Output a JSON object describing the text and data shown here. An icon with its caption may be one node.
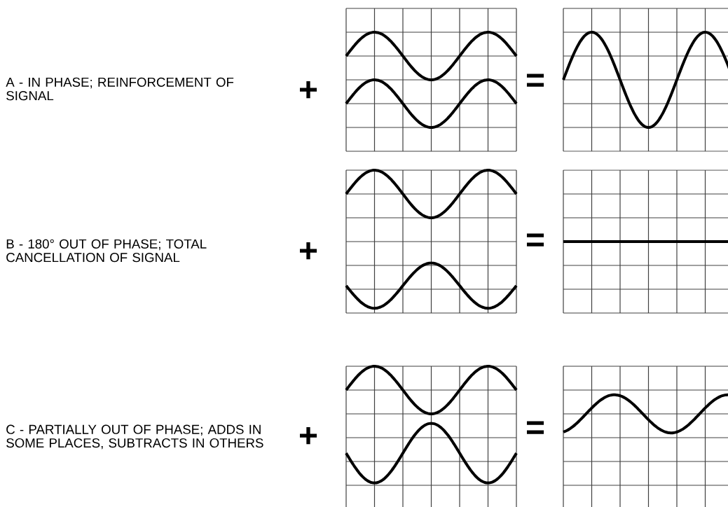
{
  "diagram": {
    "labels": [
      "A - IN PHASE; REINFORCEMENT OF SIGNAL",
      "+",
      "=",
      "B - 180° OUT OF PHASE; TOTAL CANCELLATION OF SIGNAL",
      "+",
      "=",
      "C - PARTIALLY OUT OF PHASE; ADDS IN SOME PLACES, SUBTRACTS IN OTHERS",
      "+",
      "="
    ]
  }
}
